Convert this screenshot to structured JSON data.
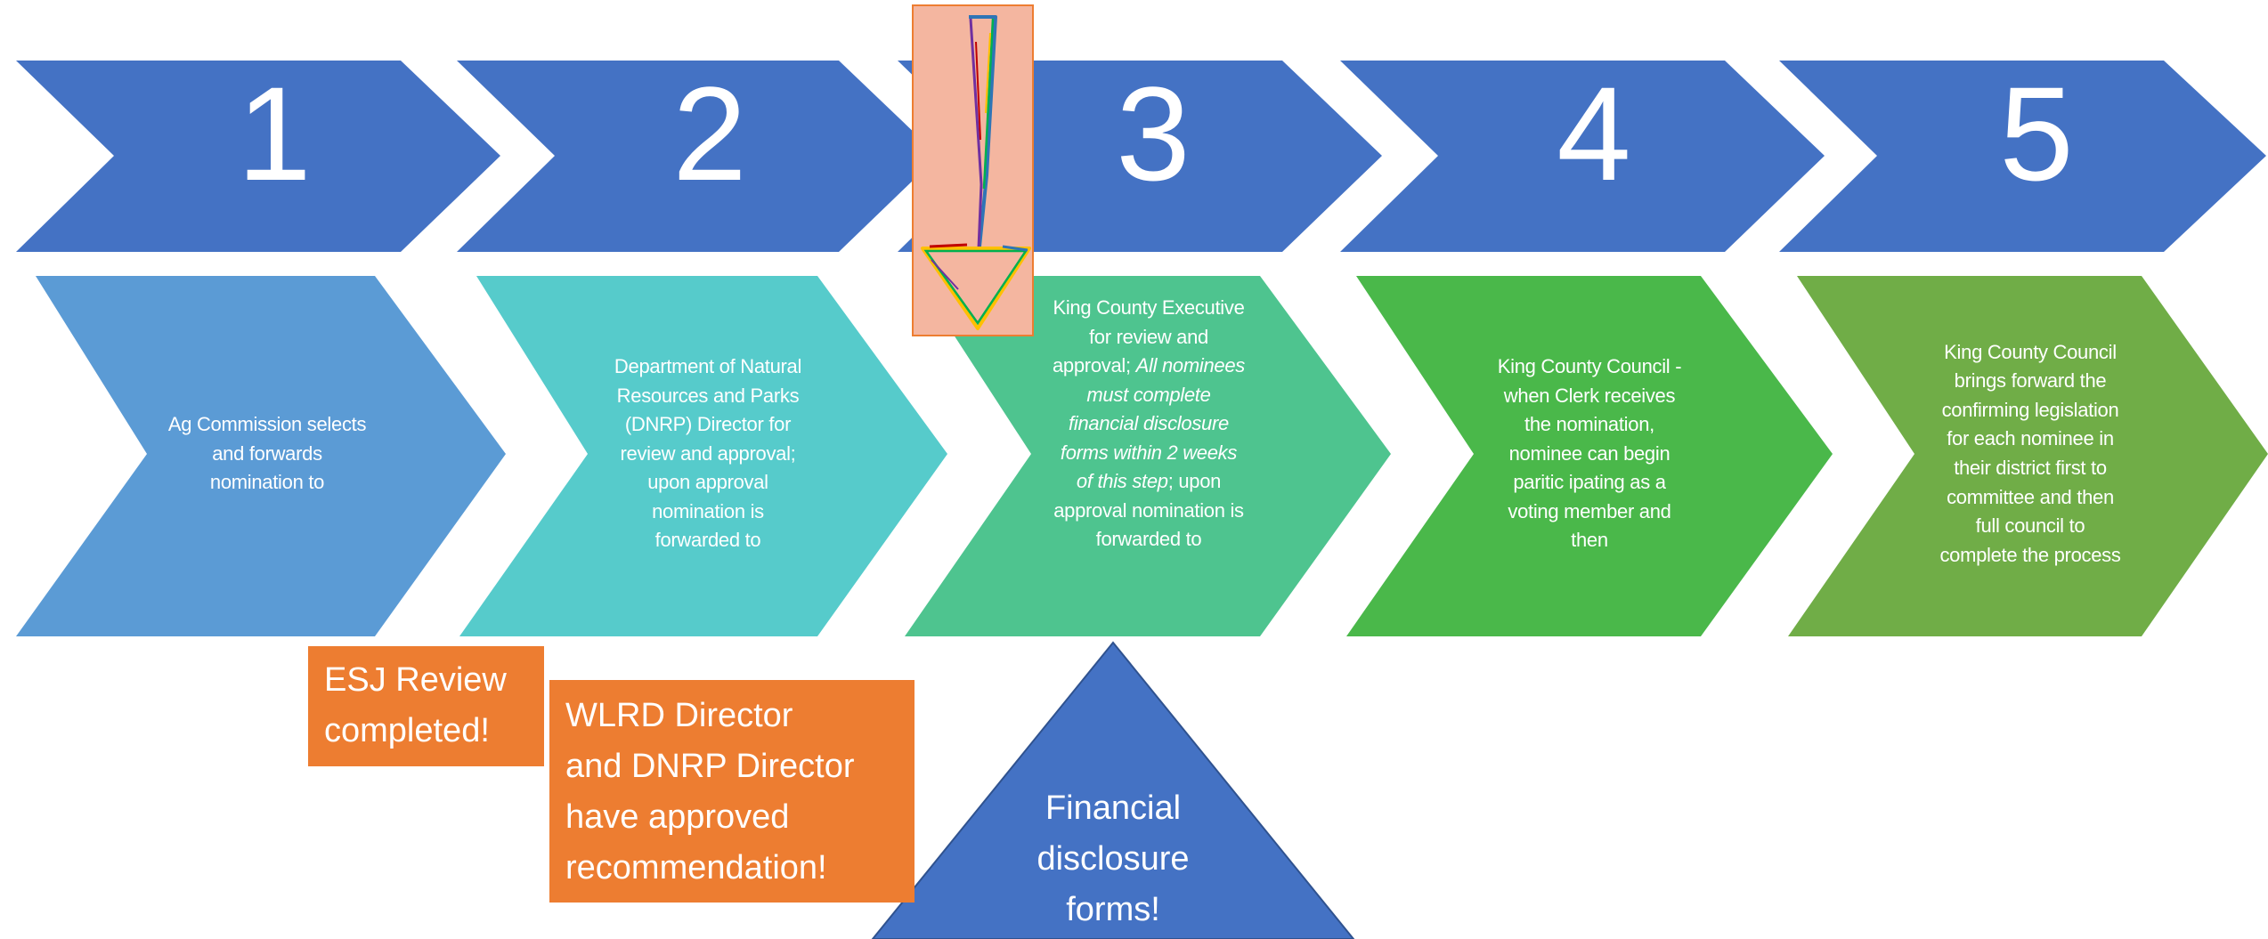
{
  "steps": [
    {
      "number": "1",
      "text": "Ag Commission selects\nand forwards\nnomination to"
    },
    {
      "number": "2",
      "text": "Department of Natural\nResources and Parks\n(DNRP) Director for\nreview and approval;\nupon approval\nnomination is\nforwarded to"
    },
    {
      "number": "3",
      "text_start": "King County Executive\nfor review and\napproval; ",
      "text_italic": "All nominees\nmust complete\nfinancial disclosure\nforms within 2 weeks\nof this step",
      "text_end": "; upon\napproval nomination is\nforwarded to"
    },
    {
      "number": "4",
      "text": "King County Council -\nwhen Clerk receives\nthe nomination,\nnominee can begin\nparitic ipating as a\nvoting member and\nthen"
    },
    {
      "number": "5",
      "text": "King County Council\nbrings forward the\nconfirming legislation\nfor each nominee in\ntheir district first to\ncommittee and then\nfull council to\ncomplete the process"
    }
  ],
  "notes": {
    "esj": "ESJ Review\ncompleted!",
    "wlrd": "WLRD Director\nand DNRP Director\nhave approved\nrecommendation!"
  },
  "triangle_label": "Financial\ndisclosure\nforms!",
  "colors": {
    "top_chevron": "#4472c4",
    "chevron_fills": [
      "#5b9bd5",
      "#56cbcb",
      "#4ec48f",
      "#4ab84a",
      "#70ad47"
    ],
    "note_orange": "#ed7d31",
    "triangle_blue": "#4472c4",
    "arrow_box_fill": "#f4b6a0"
  },
  "icons": {
    "down_arrow": "hand-drawn-down-arrow-icon"
  }
}
